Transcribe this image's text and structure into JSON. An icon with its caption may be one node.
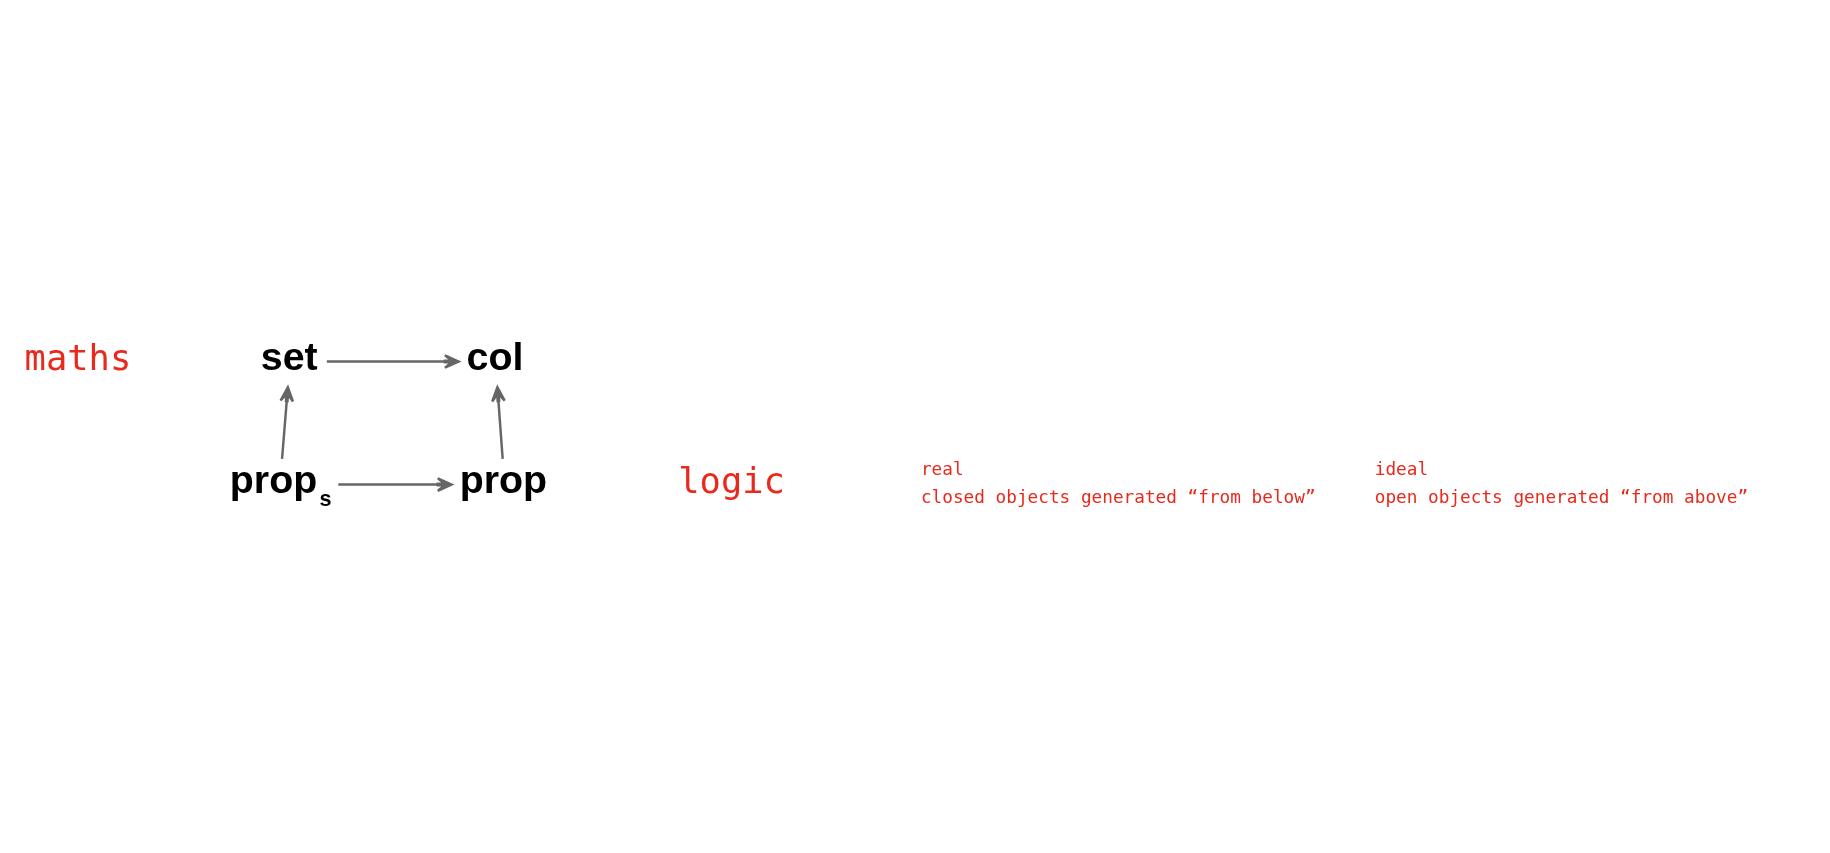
{
  "diagram": {
    "nodes": [
      {
        "text": [
          "set"
        ]
      },
      {
        "text": [
          "col"
        ]
      },
      {
        "text": [
          "prop$_{s}$"
        ]
      },
      {
        "text": [
          "prop"
        ]
      }
    ],
    "edges": [
      {
        "from": 0,
        "to": 1,
        "arrow": "to"
      },
      {
        "from": 2,
        "to": 0,
        "arrow": "to"
      },
      {
        "from": 3,
        "to": 1,
        "arrow": "to"
      },
      {
        "from": 2,
        "to": 3,
        "arrow": "to"
      }
    ],
    "labels": [
      "maths",
      "logic",
      "real",
      "closed objects generated “from below”",
      "ideal",
      "open objects generated “from above”"
    ]
  }
}
